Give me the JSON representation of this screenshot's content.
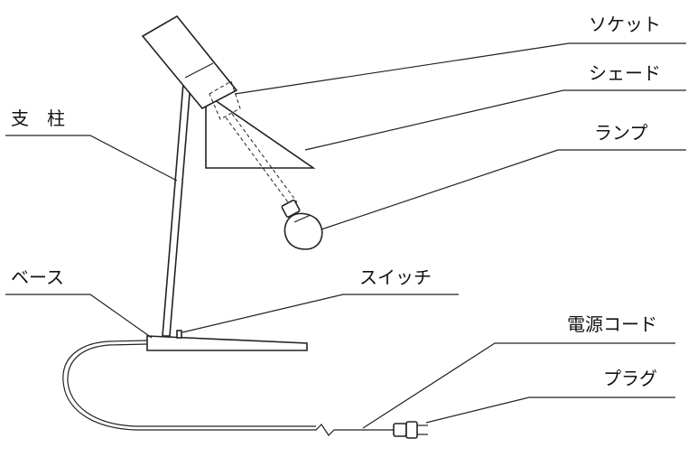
{
  "labels": {
    "socket": "ソケット",
    "shade": "シェード",
    "lamp": "ランプ",
    "pillar": "支　柱",
    "base": "ベース",
    "switch": "スイッチ",
    "power_cord": "電源コード",
    "plug": "プラグ"
  },
  "colors": {
    "line": "#222222",
    "text": "#111111",
    "background": "#ffffff"
  }
}
